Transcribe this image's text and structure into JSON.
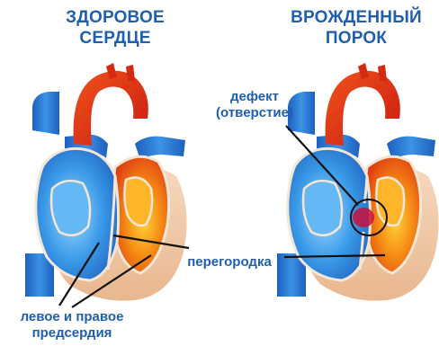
{
  "titles": {
    "healthy": [
      "ЗДОРОВОЕ",
      "СЕРДЦЕ"
    ],
    "defect": [
      "ВРОЖДЕННЫЙ",
      "ПОРОК"
    ]
  },
  "labels": {
    "defect": [
      "дефект",
      "(отверстие)"
    ],
    "septum": "перегородка",
    "atria": [
      "левое и правое",
      "предсердия"
    ]
  },
  "colors": {
    "title_text": "#1f5fae",
    "blue_vessel": "#2a7ad0",
    "red_vessel": "#e0401c",
    "orange": "#f08a1a",
    "pericardium": "#f1c9a6",
    "pointer_line": "#111111",
    "defect_spot": "#c8103a"
  },
  "diagram": {
    "panels": [
      "healthy-heart",
      "defective-heart"
    ],
    "icons": [
      "heart-illustration",
      "defect-hole-marker"
    ]
  }
}
